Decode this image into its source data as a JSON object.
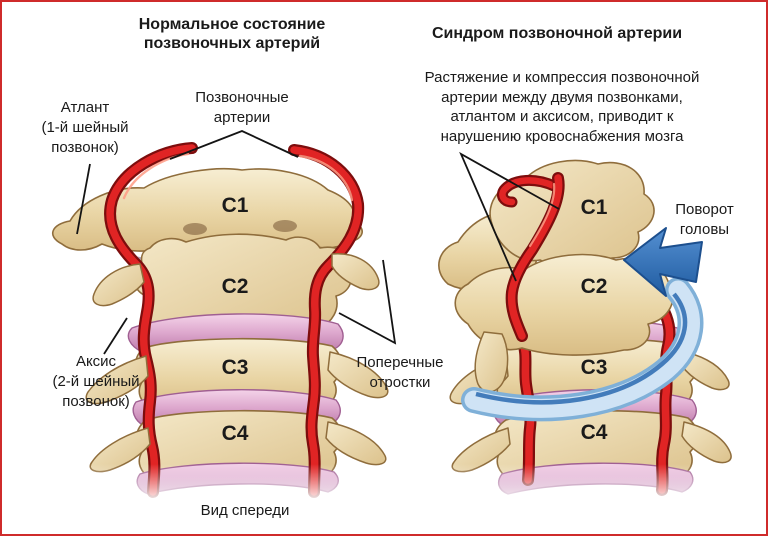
{
  "header": {
    "left_title": "Нормальное состояние\nпозвоночных артерий",
    "right_title": "Синдром позвоночной артерии"
  },
  "left_figure": {
    "label_atlas": "Атлант\n(1-й шейный\nпозвонок)",
    "label_arteries": "Позвоночные\nартерии",
    "label_axis": "Аксис\n(2-й шейный\nпозвонок)",
    "label_processes": "Поперечные\nотростки",
    "vertebrae": [
      "C1",
      "C2",
      "C3",
      "C4"
    ]
  },
  "right_figure": {
    "description": "Растяжение и компрессия позвоночной\nартерии между двумя позвонками,\nатлантом и аксисом, приводит к\nнарушению кровоснабжения мозга",
    "label_rotation": "Поворот\nголовы",
    "vertebrae": [
      "C1",
      "C2",
      "C3",
      "C4"
    ]
  },
  "footer": {
    "caption": "Вид спереди"
  },
  "colors": {
    "border_red": "#cf2b2b",
    "bone": "#e9d5a5",
    "bone_outline": "#8f6d3c",
    "disc_pink": "#dda7cd",
    "artery_red": "#d81f1f",
    "artery_dark": "#7d0d0d",
    "rotation_arrow_blue": "#2f6fb5",
    "ribbon_light_blue": "#cfe3f5"
  }
}
